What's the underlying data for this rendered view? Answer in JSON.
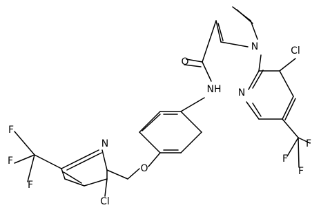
{
  "molecule": {
    "atoms": [
      {
        "id": "a1",
        "label": "O"
      },
      {
        "id": "a2",
        "label": "NH"
      },
      {
        "id": "a3",
        "label": "N"
      },
      {
        "id": "a4",
        "label": "N"
      },
      {
        "id": "a5",
        "label": "Cl"
      },
      {
        "id": "a6",
        "label": "F"
      },
      {
        "id": "a7",
        "label": "F"
      },
      {
        "id": "a8",
        "label": "F"
      },
      {
        "id": "a9",
        "label": "O"
      },
      {
        "id": "a10",
        "label": "N"
      },
      {
        "id": "a11",
        "label": "Cl"
      },
      {
        "id": "a12",
        "label": "F"
      },
      {
        "id": "a13",
        "label": "F"
      },
      {
        "id": "a14",
        "label": "F"
      }
    ]
  },
  "colors": {
    "ink": "#000000",
    "background": "#ffffff"
  }
}
